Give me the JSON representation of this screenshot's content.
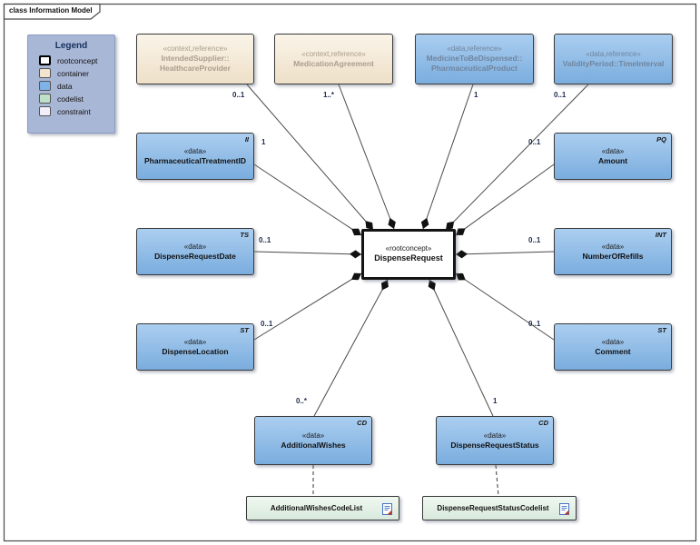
{
  "frame": {
    "title": "class Information Model"
  },
  "legend": {
    "title": "Legend",
    "items": [
      {
        "label": "rootconcept",
        "color": "#ffffff"
      },
      {
        "label": "container",
        "color": "#f0e4cf"
      },
      {
        "label": "data",
        "color": "#7db3e8"
      },
      {
        "label": "codelist",
        "color": "#bfe0c8"
      },
      {
        "label": "constraint",
        "color": "#f0effa"
      }
    ]
  },
  "nodes": {
    "intended_supplier": {
      "stereotype": "«context,reference»",
      "line1": "IntendedSupplier::",
      "line2": "HealthcareProvider"
    },
    "medication_agreement": {
      "stereotype": "«context,reference»",
      "line1": "MedicationAgreement",
      "line2": ""
    },
    "medicine_to_be_dispensed": {
      "stereotype": "«data,reference»",
      "line1": "MedicineToBeDispensed::",
      "line2": "PharmaceuticalProduct"
    },
    "validity_period": {
      "stereotype": "«data,reference»",
      "line1": "ValidityPeriod::TimeInterval",
      "line2": ""
    },
    "pharmaceutical_treatment_id": {
      "stereotype": "«data»",
      "name": "PharmaceuticalTreatmentID",
      "type": "II"
    },
    "dispense_request_date": {
      "stereotype": "«data»",
      "name": "DispenseRequestDate",
      "type": "TS"
    },
    "dispense_location": {
      "stereotype": "«data»",
      "name": "DispenseLocation",
      "type": "ST"
    },
    "amount": {
      "stereotype": "«data»",
      "name": "Amount",
      "type": "PQ"
    },
    "number_of_refills": {
      "stereotype": "«data»",
      "name": "NumberOfRefills",
      "type": "INT"
    },
    "comment": {
      "stereotype": "«data»",
      "name": "Comment",
      "type": "ST"
    },
    "dispense_request": {
      "stereotype": "«rootconcept»",
      "name": "DispenseRequest"
    },
    "additional_wishes": {
      "stereotype": "«data»",
      "name": "AdditionalWishes",
      "type": "CD"
    },
    "dispense_request_status": {
      "stereotype": "«data»",
      "name": "DispenseRequestStatus",
      "type": "CD"
    },
    "additional_wishes_codelist": {
      "name": "AdditionalWishesCodeList"
    },
    "dispense_request_status_codelist": {
      "name": "DispenseRequestStatusCodelist"
    }
  },
  "multiplicities": {
    "intended_supplier": "0..1",
    "medication_agreement": "1..*",
    "medicine_to_be_dispensed": "1",
    "validity_period": "0..1",
    "pharmaceutical_treatment_id": "1",
    "dispense_request_date": "0..1",
    "dispense_location": "0..1",
    "amount": "0..1",
    "number_of_refills": "0..1",
    "comment": "0..1",
    "additional_wishes": "0..*",
    "dispense_request_status": "1"
  },
  "colors": {
    "data_fill": "#8fbce9",
    "container_fill": "#f3e9d7",
    "codelist_fill": "#e2f0e5",
    "rootconcept_fill": "#ffffff",
    "constraint_fill": "#f0effa",
    "legend_bg": "#a9b7d6",
    "connector_line": "#4a4a4a",
    "muted_reference_text_blue": "#70849d",
    "muted_reference_text_tan": "#a99e8d"
  }
}
